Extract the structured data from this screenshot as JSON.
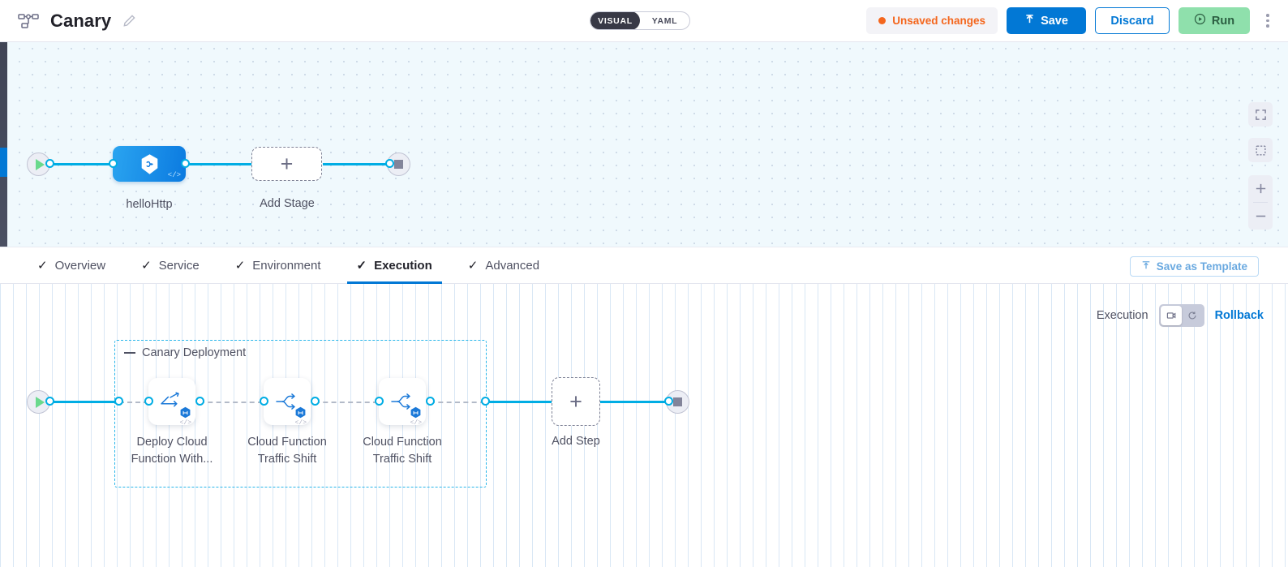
{
  "header": {
    "icon": "pipeline-icon",
    "title": "Canary",
    "edit_icon": "pencil-icon",
    "view_toggle": {
      "visual": "VISUAL",
      "yaml": "YAML",
      "selected": "VISUAL"
    },
    "unsaved_label": "Unsaved changes",
    "save_label": "Save",
    "discard_label": "Discard",
    "run_label": "Run",
    "menu_icon": "kebab-menu-icon",
    "accent_blue": "#0278d5",
    "accent_orange": "#f4661d",
    "accent_green": "#8fe0ac"
  },
  "pipeline_canvas": {
    "start_icon": "play-icon",
    "end_icon": "stop-icon",
    "stage": {
      "label": "helloHttp",
      "icon": "harness-hexagon-icon",
      "code_badge": "</>"
    },
    "add_stage": {
      "label": "Add Stage",
      "icon": "plus-icon"
    },
    "zoom_controls": {
      "fit": "fit-screen-icon",
      "select": "selection-box-icon",
      "zoom_in": "+",
      "zoom_out": "−"
    }
  },
  "tabs": [
    {
      "label": "Overview",
      "check": "✓",
      "active": false
    },
    {
      "label": "Service",
      "check": "✓",
      "active": false
    },
    {
      "label": "Environment",
      "check": "✓",
      "active": false
    },
    {
      "label": "Execution",
      "check": "✓",
      "active": true
    },
    {
      "label": "Advanced",
      "check": "✓",
      "active": false
    }
  ],
  "save_as_template": {
    "label": "Save as Template",
    "icon": "template-upload-icon"
  },
  "execution_toolbar": {
    "execution_label": "Execution",
    "rollback_label": "Rollback",
    "mode_icons": {
      "execution": "play-box-icon",
      "rollback": "rollback-arrow-icon"
    },
    "selected": "Execution"
  },
  "execution_graph": {
    "start_icon": "play-icon",
    "end_icon": "stop-icon",
    "group": {
      "title": "Canary Deployment",
      "collapse_icon": "collapse-dash-icon"
    },
    "steps": [
      {
        "label": "Deploy Cloud\nFunction With...",
        "icon": "deploy-traffic-icon",
        "badge": "harness-hexagon-icon",
        "code_badge": "</>"
      },
      {
        "label": "Cloud Function\nTraffic Shift",
        "icon": "traffic-shift-icon",
        "badge": "harness-hexagon-icon",
        "code_badge": "</>"
      },
      {
        "label": "Cloud Function\nTraffic Shift",
        "icon": "traffic-shift-icon",
        "badge": "harness-hexagon-icon",
        "code_badge": "</>"
      }
    ],
    "add_step": {
      "label": "Add Step",
      "icon": "plus-icon"
    }
  }
}
